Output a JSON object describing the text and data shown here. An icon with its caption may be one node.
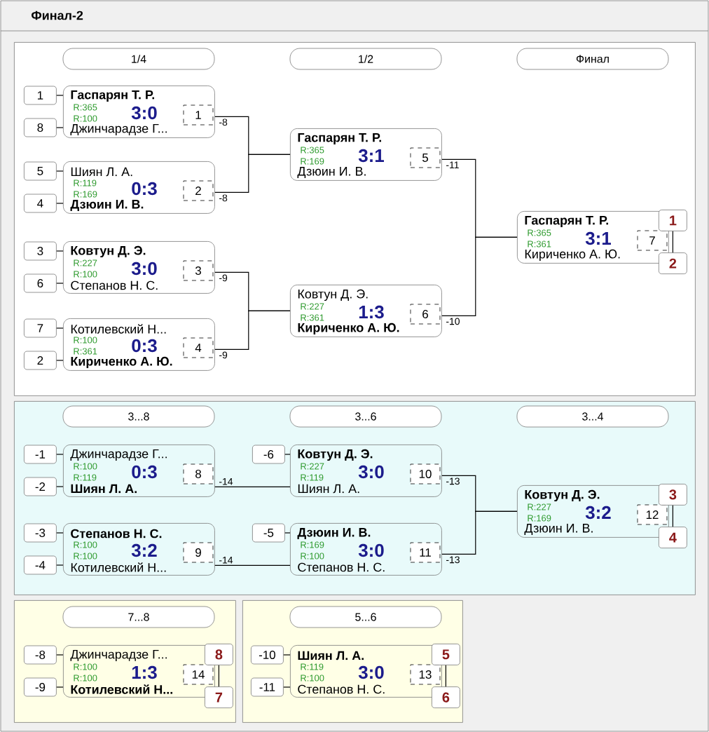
{
  "diagram": {
    "title": "Финал-2",
    "nodes": [
      {
        "text": [],
        "shape": "box"
      },
      {
        "text": [
          "1/4"
        ],
        "in": 0
      },
      {
        "text": [
          "1/2"
        ],
        "in": 0
      },
      {
        "text": [
          "Финал"
        ],
        "in": 0
      },
      {
        "text": [
          "1"
        ],
        "in": 0
      },
      {
        "text": [
          "8"
        ],
        "in": 0
      },
      {
        "text": [
          "Гаспарян Т. Р.",
          "R:365",
          "R:100",
          "3:0",
          "Джинчарадзе Г..."
        ],
        "beside": [
          "-8"
        ],
        "in": 0
      },
      {
        "text": [
          "1"
        ],
        "in": 6
      },
      {
        "text": [
          "5"
        ],
        "in": 0
      },
      {
        "text": [
          "4"
        ],
        "in": 0
      },
      {
        "text": [
          "Шиян Л. А.",
          "R:119",
          "R:169",
          "0:3",
          "Дзюин И. В."
        ],
        "beside": [
          "-8"
        ],
        "in": 0
      },
      {
        "text": [
          "2"
        ],
        "in": 10
      },
      {
        "text": [
          "3"
        ],
        "in": 0
      },
      {
        "text": [
          "6"
        ],
        "in": 0
      },
      {
        "text": [
          "Ковтун Д. Э.",
          "R:227",
          "R:100",
          "3:0",
          "Степанов Н. С."
        ],
        "beside": [
          "-9"
        ],
        "in": 0
      },
      {
        "text": [
          "3"
        ],
        "in": 14
      },
      {
        "text": [
          "7"
        ],
        "in": 0
      },
      {
        "text": [
          "2"
        ],
        "in": 0
      },
      {
        "text": [
          "Котилевский Н...",
          "R:100",
          "R:361",
          "0:3",
          "Кириченко А. Ю."
        ],
        "beside": [
          "-9"
        ],
        "in": 0
      },
      {
        "text": [
          "4"
        ],
        "in": 18
      },
      {
        "text": [
          "Гаспарян Т. Р.",
          "R:365",
          "R:169",
          "3:1",
          "Дзюин И. В."
        ],
        "beside": [
          "-11"
        ],
        "in": 0
      },
      {
        "text": [
          "5"
        ],
        "in": 20
      },
      {
        "text": [
          "Ковтун Д. Э.",
          "R:227",
          "R:361",
          "1:3",
          "Кириченко А. Ю."
        ],
        "beside": [
          "-10"
        ],
        "in": 0
      },
      {
        "text": [
          "6"
        ],
        "in": 22
      },
      {
        "text": [
          "Гаспарян Т. Р.",
          "R:365",
          "R:361",
          "3:1",
          "Кириченко А. Ю."
        ],
        "in": 0
      },
      {
        "text": [
          "7"
        ],
        "in": 24
      },
      {
        "text": [
          "1"
        ],
        "in": 0
      },
      {
        "text": [
          "2"
        ],
        "in": 0
      },
      {
        "text": [],
        "shape": "box"
      },
      {
        "text": [
          "3...8"
        ],
        "in": 28
      },
      {
        "text": [
          "3...6"
        ],
        "in": 28
      },
      {
        "text": [
          "3...4"
        ],
        "in": 28
      },
      {
        "text": [
          "-1"
        ],
        "in": 28
      },
      {
        "text": [
          "-2"
        ],
        "in": 28
      },
      {
        "text": [
          "Джинчарадзе Г...",
          "R:100",
          "R:119",
          "0:3",
          "Шиян Л. А."
        ],
        "beside": [
          "-14"
        ],
        "in": 28
      },
      {
        "text": [
          "8"
        ],
        "in": 34
      },
      {
        "text": [
          "-3"
        ],
        "in": 28
      },
      {
        "text": [
          "-4"
        ],
        "in": 28
      },
      {
        "text": [
          "Степанов Н. С.",
          "R:100",
          "R:100",
          "3:2",
          "Котилевский Н..."
        ],
        "beside": [
          "-14"
        ],
        "in": 28
      },
      {
        "text": [
          "9"
        ],
        "in": 38
      },
      {
        "text": [
          "-6"
        ],
        "in": 28
      },
      {
        "text": [
          "Ковтун Д. Э.",
          "R:227",
          "R:119",
          "3:0",
          "Шиян Л. А."
        ],
        "beside": [
          "-13"
        ],
        "in": 28
      },
      {
        "text": [
          "10"
        ],
        "in": 41
      },
      {
        "text": [
          "-5"
        ],
        "in": 28
      },
      {
        "text": [
          "Дзюин И. В.",
          "R:169",
          "R:100",
          "3:0",
          "Степанов Н. С."
        ],
        "beside": [
          "-13"
        ],
        "in": 28
      },
      {
        "text": [
          "11"
        ],
        "in": 44
      },
      {
        "text": [
          "Ковтун Д. Э.",
          "R:227",
          "R:169",
          "3:2",
          "Дзюин И. В."
        ],
        "in": 28
      },
      {
        "text": [
          "12"
        ],
        "in": 46
      },
      {
        "text": [
          "3"
        ],
        "in": 28
      },
      {
        "text": [
          "4"
        ],
        "in": 28
      },
      {
        "text": [],
        "shape": "box"
      },
      {
        "text": [
          "7...8"
        ],
        "in": 50
      },
      {
        "text": [
          "-8"
        ],
        "in": 50
      },
      {
        "text": [
          "-9"
        ],
        "in": 50
      },
      {
        "text": [
          "Джинчарадзе Г...",
          "R:100",
          "R:100",
          "1:3",
          "Котилевский Н..."
        ],
        "in": 50
      },
      {
        "text": [
          "14"
        ],
        "in": 54
      },
      {
        "text": [
          "8"
        ],
        "in": 50
      },
      {
        "text": [
          "7"
        ],
        "in": 50
      },
      {
        "text": [],
        "shape": "box"
      },
      {
        "text": [
          "5...6"
        ],
        "in": 58
      },
      {
        "text": [
          "-10"
        ],
        "in": 58
      },
      {
        "text": [
          "-11"
        ],
        "in": 58
      },
      {
        "text": [
          "Шиян Л. А.",
          "R:119",
          "R:100",
          "3:0",
          "Степанов Н. С."
        ],
        "in": 58
      },
      {
        "text": [
          "13"
        ],
        "in": 62
      },
      {
        "text": [
          "5"
        ],
        "in": 58
      },
      {
        "text": [
          "6"
        ],
        "in": 58
      }
    ],
    "edges": [
      {
        "from": 4,
        "to": 6,
        "arrow": "none"
      },
      {
        "from": 5,
        "to": 6,
        "arrow": "none"
      },
      {
        "from": 8,
        "to": 10,
        "arrow": "none"
      },
      {
        "from": 9,
        "to": 10,
        "arrow": "none"
      },
      {
        "from": 12,
        "to": 14,
        "arrow": "none"
      },
      {
        "from": 13,
        "to": 14,
        "arrow": "none"
      },
      {
        "from": 16,
        "to": 18,
        "arrow": "none"
      },
      {
        "from": 17,
        "to": 18,
        "arrow": "none"
      },
      {
        "from": 6,
        "to": 20,
        "arrow": "none"
      },
      {
        "from": 10,
        "to": 20,
        "arrow": "none"
      },
      {
        "from": 14,
        "to": 22,
        "arrow": "none"
      },
      {
        "from": 18,
        "to": 22,
        "arrow": "none"
      },
      {
        "from": 20,
        "to": 24,
        "arrow": "none"
      },
      {
        "from": 22,
        "to": 24,
        "arrow": "none"
      },
      {
        "from": 26,
        "to": 27,
        "arrow": "none"
      },
      {
        "from": 32,
        "to": 34,
        "arrow": "none"
      },
      {
        "from": 33,
        "to": 34,
        "arrow": "none"
      },
      {
        "from": 36,
        "to": 38,
        "arrow": "none"
      },
      {
        "from": 37,
        "to": 38,
        "arrow": "none"
      },
      {
        "from": 34,
        "to": 41,
        "arrow": "none"
      },
      {
        "from": 38,
        "to": 44,
        "arrow": "none"
      },
      {
        "from": 40,
        "to": 41,
        "arrow": "none"
      },
      {
        "from": 43,
        "to": 44,
        "arrow": "none"
      },
      {
        "from": 41,
        "to": 46,
        "arrow": "none"
      },
      {
        "from": 44,
        "to": 46,
        "arrow": "none"
      },
      {
        "from": 48,
        "to": 49,
        "arrow": "none"
      },
      {
        "from": 52,
        "to": 54,
        "arrow": "none"
      },
      {
        "from": 53,
        "to": 54,
        "arrow": "none"
      },
      {
        "from": 56,
        "to": 57,
        "arrow": "none"
      },
      {
        "from": 60,
        "to": 62,
        "arrow": "none"
      },
      {
        "from": 61,
        "to": 62,
        "arrow": "none"
      },
      {
        "from": 64,
        "to": 65,
        "arrow": "none"
      }
    ]
  }
}
